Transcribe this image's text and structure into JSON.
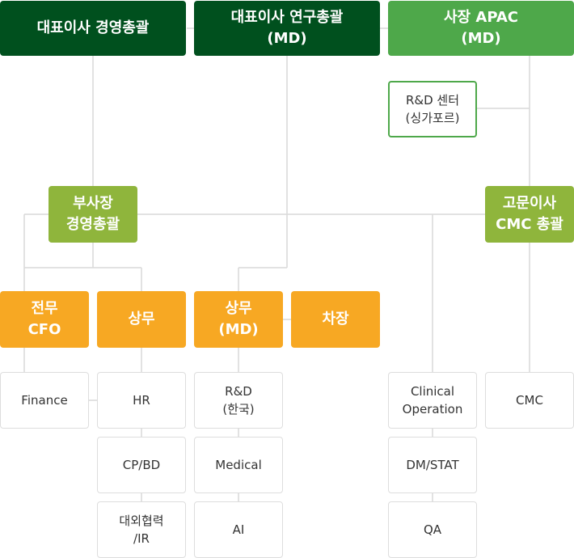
{
  "colors": {
    "dark_green": "#00501e",
    "green": "#4ea84a",
    "lime": "#8fb53c",
    "orange": "#f7a823",
    "line": "#d9d9d9",
    "box_border": "#dddddd"
  },
  "nodes": {
    "ceo_management": "대표이사 경영총괄",
    "ceo_research": "대표이사 연구총괄\n(MD)",
    "president_apac": "사장 APAC\n(MD)",
    "rd_center_singapore": "R&D 센터\n(싱가포르)",
    "vp_management": "부사장\n경영총괄",
    "advisor_cmc": "고문이사\nCMC 총괄",
    "cfo": "전무\nCFO",
    "managing_director": "상무",
    "managing_director_md": "상무\n(MD)",
    "deputy_manager": "차장",
    "finance": "Finance",
    "hr": "HR",
    "cp_bd": "CP/BD",
    "external_ir": "대외협력\n/IR",
    "rd_korea": "R&D\n(한국)",
    "medical": "Medical",
    "ai": "AI",
    "clinical_operation": "Clinical\nOperation",
    "dm_stat": "DM/STAT",
    "qa": "QA",
    "cmc": "CMC"
  }
}
